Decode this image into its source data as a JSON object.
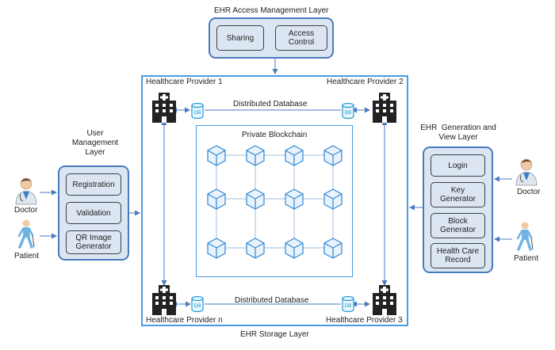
{
  "access_layer": {
    "title": "EHR Access Management Layer",
    "sharing": "Sharing",
    "access_control_1": "Access",
    "access_control_2": "Control"
  },
  "user_mgmt": {
    "title_1": "User",
    "title_2": "Management",
    "title_3": "Layer",
    "registration": "Registration",
    "validation": "Validation",
    "qr_1": "QR Image",
    "qr_2": "Generator"
  },
  "ehr_gen": {
    "title_1": "EHR  Generation and",
    "title_2": "View Layer",
    "login": "Login",
    "key_1": "Key",
    "key_2": "Generator",
    "block_1": "Block",
    "block_2": "Generator",
    "record_1": "Health Care",
    "record_2": "Record"
  },
  "storage": {
    "title": "EHR Storage Layer",
    "provider_1": "Healthcare Provider 1",
    "provider_2": "Healthcare Provider 2",
    "provider_n": "Healthcare Provider n",
    "provider_3": "Healthcare Provider 3",
    "distributed_db_top": "Distributed Database",
    "distributed_db_bottom": "Distributed Database",
    "db_label": "DB",
    "blockchain_title": "Private Blockchain"
  },
  "actors": {
    "doctor_left": "Doctor",
    "patient_left": "Patient",
    "doctor_right": "Doctor",
    "patient_right": "Patient"
  },
  "colors": {
    "panel_fill": "#dce6f2",
    "panel_border": "#4a7bbf",
    "storage_border": "#4a9be3",
    "cube_stroke": "#2e86d6",
    "cube_fill": "#eaf3fb",
    "arrow": "#4a7bbf"
  }
}
